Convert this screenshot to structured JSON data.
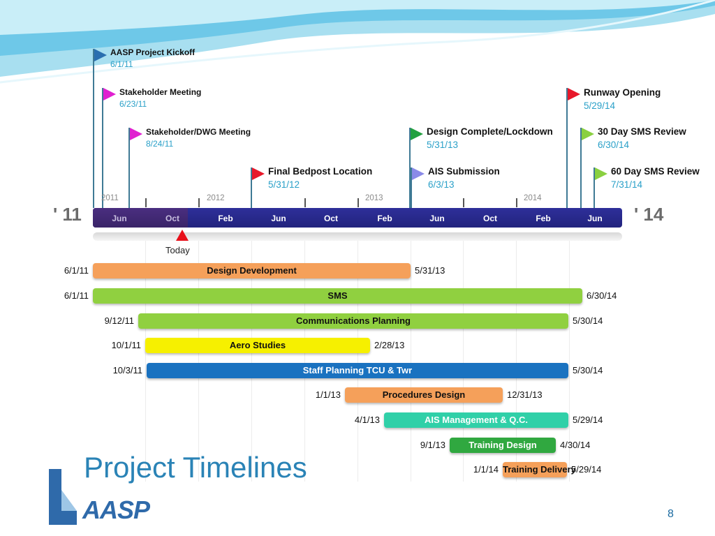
{
  "title": "Project Timelines",
  "logo_text": "AASP",
  "page_number": "8",
  "today_label": "Today",
  "start_year_label": "' 11",
  "end_year_label": "' 14",
  "year_labels": [
    "2011",
    "2012",
    "2013",
    "2014"
  ],
  "months": [
    "Jun",
    "Oct",
    "Feb",
    "Jun",
    "Oct",
    "Feb",
    "Jun",
    "Oct",
    "Feb",
    "Jun"
  ],
  "milestones": [
    {
      "name": "AASP Project Kickoff",
      "date": "6/1/11",
      "color": "#2a6fb0"
    },
    {
      "name": "Stakeholder Meeting",
      "date": "6/23/11",
      "color": "#e020d0"
    },
    {
      "name": "Stakeholder/DWG Meeting",
      "date": "8/24/11",
      "color": "#e020d0"
    },
    {
      "name": "Final Bedpost Location",
      "date": "5/31/12",
      "color": "#e8182a"
    },
    {
      "name": "Design Complete/Lockdown",
      "date": "5/31/13",
      "color": "#22a040"
    },
    {
      "name": "AIS Submission",
      "date": "6/3/13",
      "color": "#8a8ae8"
    },
    {
      "name": "Runway Opening",
      "date": "5/29/14",
      "color": "#e8182a"
    },
    {
      "name": "30 Day SMS Review",
      "date": "6/30/14",
      "color": "#8ad040"
    },
    {
      "name": "60 Day SMS Review",
      "date": "7/31/14",
      "color": "#8ad040"
    }
  ],
  "tasks": [
    {
      "name": "Design Development",
      "start": "6/1/11",
      "end": "5/31/13",
      "color": "#f5a05a",
      "text_color": "#111111"
    },
    {
      "name": "SMS",
      "start": "6/1/11",
      "end": "6/30/14",
      "color": "#90d040",
      "text_color": "#111111"
    },
    {
      "name": "Communications Planning",
      "start": "9/12/11",
      "end": "5/30/14",
      "color": "#90d040",
      "text_color": "#111111"
    },
    {
      "name": "Aero Studies",
      "start": "10/1/11",
      "end": "2/28/13",
      "color": "#f6f000",
      "text_color": "#111111"
    },
    {
      "name": "Staff Planning TCU & Twr",
      "start": "10/3/11",
      "end": "5/30/14",
      "color": "#1a72c0",
      "text_color": "#ffffff"
    },
    {
      "name": "Procedures Design",
      "start": "1/1/13",
      "end": "12/31/13",
      "color": "#f5a05a",
      "text_color": "#111111"
    },
    {
      "name": "AIS Management & Q.C.",
      "start": "4/1/13",
      "end": "5/29/14",
      "color": "#30d0a8",
      "text_color": "#ffffff"
    },
    {
      "name": "Training Design",
      "start": "9/1/13",
      "end": "4/30/14",
      "color": "#30a840",
      "text_color": "#ffffff"
    },
    {
      "name": "Training Delivery",
      "start": "1/1/14",
      "end": "5/29/14",
      "color": "#f5a05a",
      "text_color": "#111111"
    }
  ]
}
